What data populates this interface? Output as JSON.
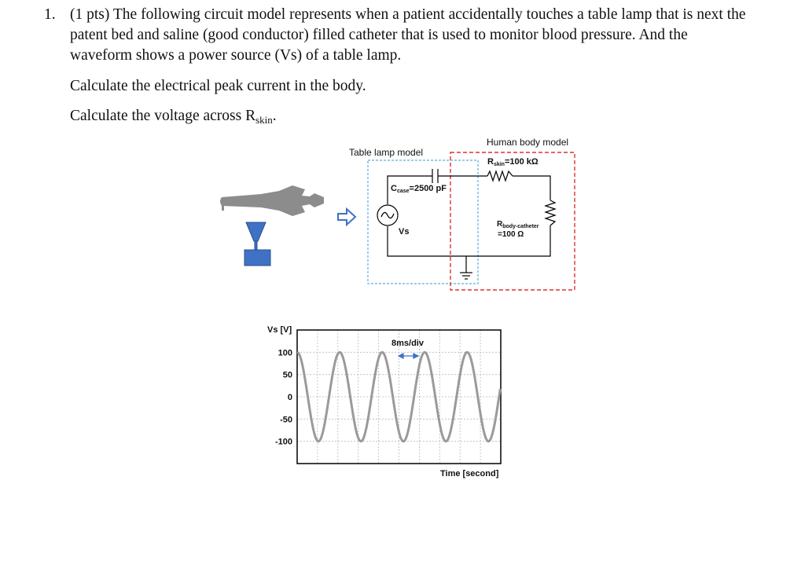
{
  "question": {
    "number": "1.",
    "text": "(1 pts) The following circuit model represents when a patient accidentally touches a table lamp that is next the patent bed and saline (good conductor) filled catheter that is used to monitor blood pressure. And the waveform shows a power source (Vs) of a table lamp.",
    "calc1": "Calculate the electrical peak current in the body.",
    "calc2_prefix": "Calculate the voltage across R",
    "calc2_sub": "skin",
    "calc2_suffix": "."
  },
  "circuit": {
    "table_lamp_label": "Table lamp model",
    "human_body_label": "Human body model",
    "ccase_main": "C",
    "ccase_sub": "case",
    "ccase_value": "=2500 pF",
    "vs_label": "Vs",
    "rskin_main": "R",
    "rskin_sub": "skin",
    "rskin_value": "=100 kΩ",
    "rbody_main": "R",
    "rbody_sub": "body-catheter",
    "rbody_value": "=100 Ω"
  },
  "colors": {
    "table_box": "#5aaee0",
    "body_box": "#e03030",
    "silhouette": "#8c8c8c",
    "lamp": "#3f72c4",
    "arrow": "#3f72c4",
    "waveform": "#9a9a9a"
  },
  "chart_data": {
    "type": "line",
    "title": "",
    "ylabel": "Vs [V]",
    "xlabel": "Time [second]",
    "timebase_label": "8ms/div",
    "y_ticks": [
      "100",
      "50",
      "0",
      "-50",
      "-100"
    ],
    "ylim": [
      -150,
      150
    ],
    "x_ms_per_div": 8,
    "x_divisions": 10,
    "series": [
      {
        "amplitude": 100,
        "period_ms": 16.7,
        "phase": "starts at +100 V peak"
      }
    ],
    "grid": true
  }
}
